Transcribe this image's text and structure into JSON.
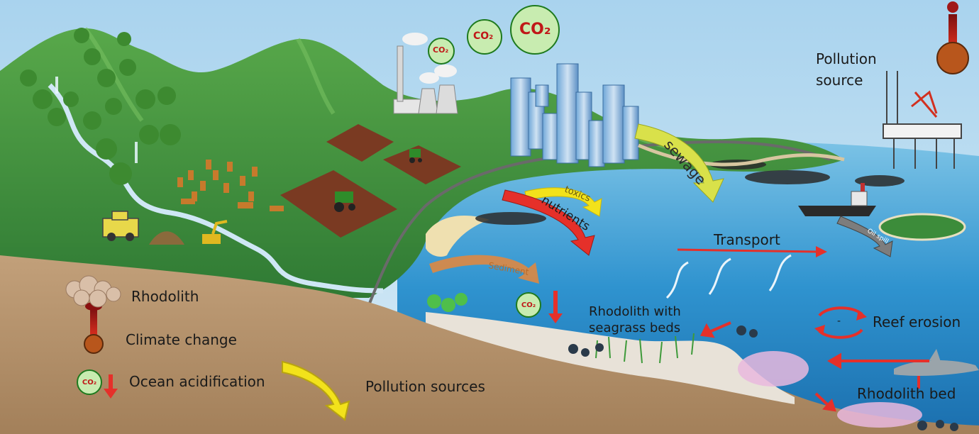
{
  "labels": {
    "pollution_source": "Pollution source",
    "transport": "Transport",
    "reef_erosion": "Reef erosion",
    "rhodolith_bed": "Rhodolith bed",
    "rhodolith_seagrass": "Rhodolith with seagrass beds",
    "pollution_sources": "Pollution sources",
    "erosion_sign": "-"
  },
  "arrows": {
    "sewage": "sewage",
    "toxics": "toxics",
    "nutrients": "nutrients",
    "sediment": "Sediment",
    "oil_spill": "Oil spill"
  },
  "co2": {
    "text": "CO₂"
  },
  "legend": {
    "rhodolith": "Rhodolith",
    "climate_change": "Climate change",
    "ocean_acidification": "Ocean acidification"
  },
  "colors": {
    "sky": "#b9dcf0",
    "sea": "#2f8fc9",
    "land": "#b8936a",
    "hills": "#3f8f3a",
    "arrow_red": "#e5302a",
    "arrow_yellow": "#f2e21b",
    "arrow_orange": "#e8873a"
  }
}
